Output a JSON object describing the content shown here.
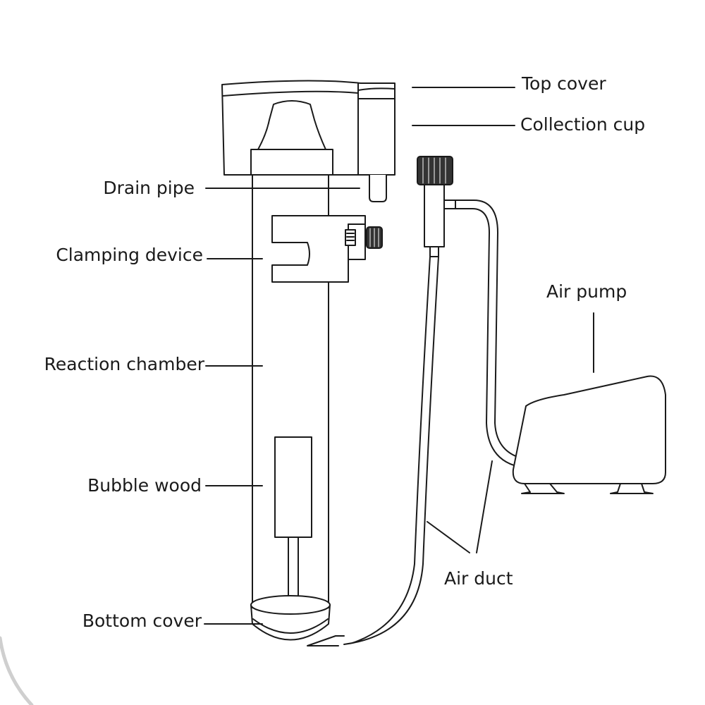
{
  "labels": {
    "top_cover": "Top cover",
    "collection_cup": "Collection cup",
    "drain_pipe": "Drain pipe",
    "clamping_device": "Clamping device",
    "reaction_chamber": "Reaction chamber",
    "bubble_wood": "Bubble wood",
    "bottom_cover": "Bottom cover",
    "air_pump": "Air pump",
    "air_duct": "Air duct"
  },
  "colors": {
    "line": "#1a1a1a",
    "fill": "#ffffff",
    "knob": "#333333"
  }
}
